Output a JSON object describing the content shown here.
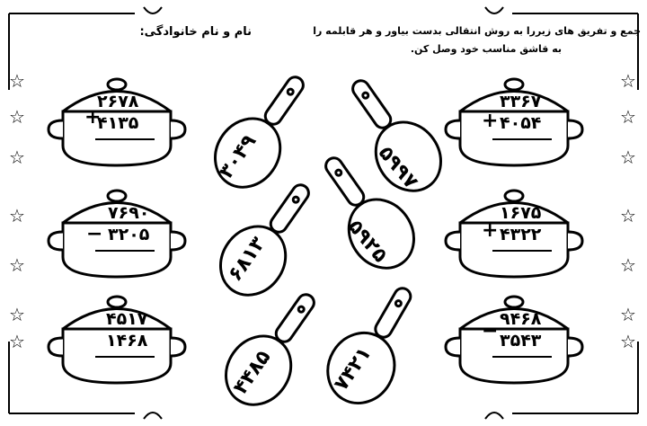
{
  "instructions": {
    "line1": "جمع و تفریق های زیررا به روش انتقالی بدست بیاور و هر قابلمه را",
    "line2": "به قاشق مناسب خود وصل کن."
  },
  "name_label": "نام و نام خانوادگی:",
  "pots": [
    {
      "id": "left-1",
      "top": "۲۶۷۸",
      "bottom": "۴۱۳۵",
      "op": "+"
    },
    {
      "id": "left-2",
      "top": "۷۶۹۰",
      "bottom": "۳۲۰۵",
      "op": "−"
    },
    {
      "id": "left-3",
      "top": "۴۵۱۷",
      "bottom": "۱۴۶۸",
      "op": "−"
    },
    {
      "id": "right-1",
      "top": "۳۳۶۷",
      "bottom": "۴۰۵۴",
      "op": "+"
    },
    {
      "id": "right-2",
      "top": "۱۶۷۵",
      "bottom": "۴۳۲۲",
      "op": "+"
    },
    {
      "id": "right-3",
      "top": "۹۴۶۸",
      "bottom": "۳۵۴۳",
      "op": "−"
    }
  ],
  "spoons": [
    {
      "id": "s1",
      "value": "۳۰۴۹"
    },
    {
      "id": "s2",
      "value": "۵۹۹۷"
    },
    {
      "id": "s3",
      "value": "۶۸۱۳"
    },
    {
      "id": "s4",
      "value": "۵۹۲۵"
    },
    {
      "id": "s5",
      "value": "۴۴۸۵"
    },
    {
      "id": "s6",
      "value": "۷۴۲۱"
    }
  ],
  "star_glyph": "☆",
  "colors": {
    "ink": "#000000",
    "paper": "#ffffff"
  }
}
